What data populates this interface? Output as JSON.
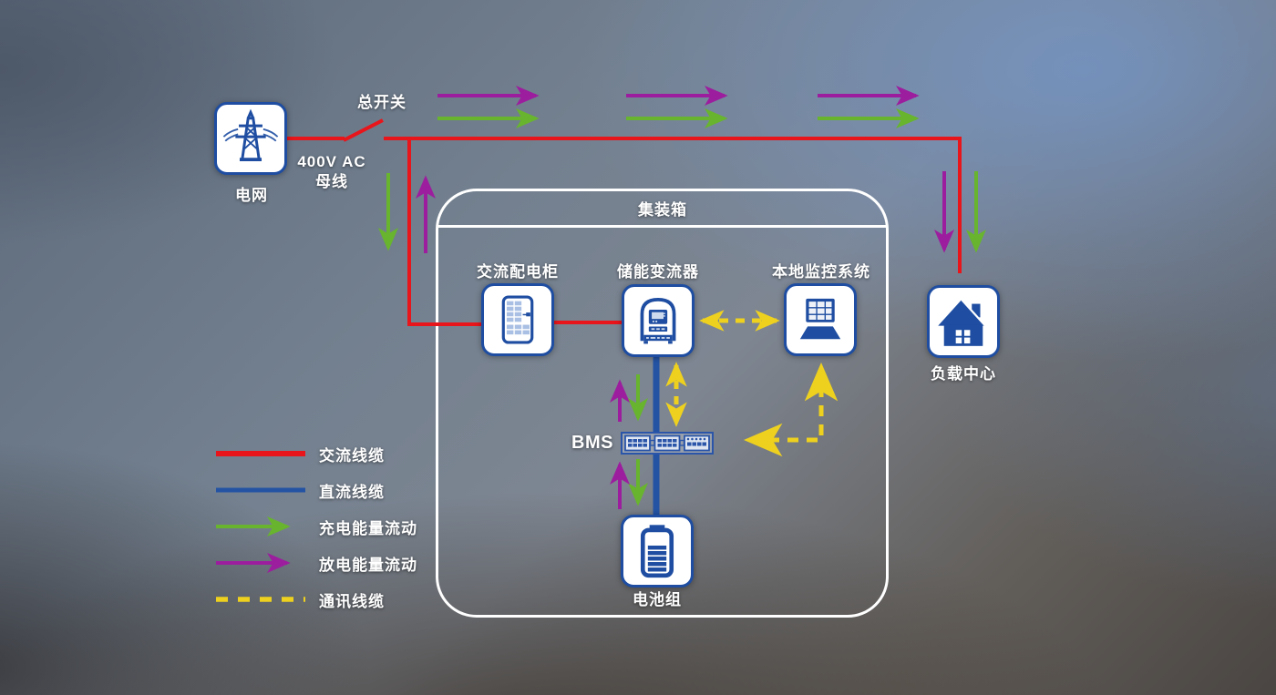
{
  "nodes": {
    "grid": {
      "label": "电网"
    },
    "main_switch": {
      "label": "总开关"
    },
    "busbar": {
      "line1": "400V AC",
      "line2": "母线"
    },
    "container_box": {
      "label": "集装箱"
    },
    "ac_cabinet": {
      "label": "交流配电柜"
    },
    "pcs": {
      "label": "储能变流器"
    },
    "monitoring": {
      "label": "本地监控系统"
    },
    "load_center": {
      "label": "负载中心"
    },
    "bms": {
      "label": "BMS"
    },
    "battery": {
      "label": "电池组"
    }
  },
  "legend": {
    "items": [
      {
        "label": "交流线缆",
        "style": "solid-line",
        "color": "#e8151b"
      },
      {
        "label": "直流线缆",
        "style": "solid-line",
        "color": "#2453a4"
      },
      {
        "label": "充电能量流动",
        "style": "arrow",
        "color": "#68b42e"
      },
      {
        "label": "放电能量流动",
        "style": "arrow",
        "color": "#9c1e9e"
      },
      {
        "label": "通讯线缆",
        "style": "dashed-line",
        "color": "#eed11f"
      }
    ]
  },
  "colors": {
    "ac_line": "#e8151b",
    "dc_line": "#2453a4",
    "charge_flow": "#68b42e",
    "discharge_flow": "#9c1e9e",
    "comm_line": "#eed11f",
    "icon_blue": "#1e4da1",
    "container_border": "#ffffff",
    "label_text": "#ffffff"
  }
}
